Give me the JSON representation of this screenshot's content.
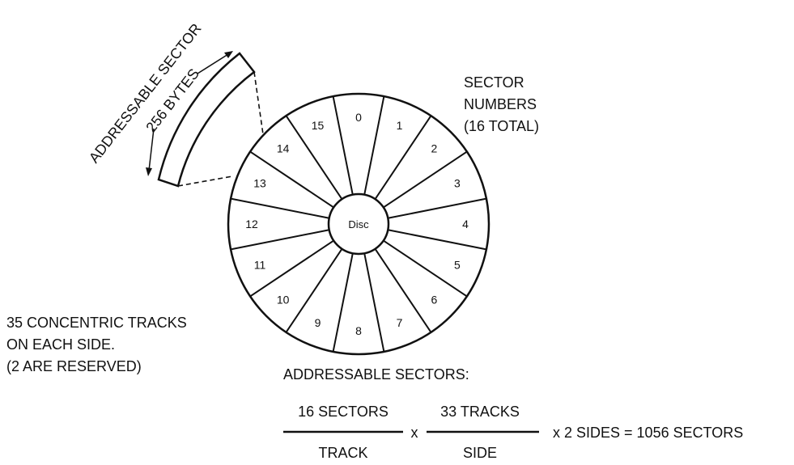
{
  "disc": {
    "center_label": "Disc",
    "sector_numbers": [
      "0",
      "1",
      "2",
      "3",
      "4",
      "5",
      "6",
      "7",
      "8",
      "9",
      "10",
      "11",
      "12",
      "13",
      "14",
      "15"
    ]
  },
  "callout": {
    "line1": "ADDRESSABLE SECTOR",
    "line2": "256 BYTES"
  },
  "sector_label": {
    "line1": "SECTOR",
    "line2": "NUMBERS",
    "line3": "(16 TOTAL)"
  },
  "tracks_note": {
    "line1": "35 CONCENTRIC TRACKS",
    "line2": "ON EACH SIDE.",
    "line3": "(2 ARE RESERVED)"
  },
  "formula": {
    "heading": "ADDRESSABLE SECTORS:",
    "num1": "16 SECTORS",
    "den1": "TRACK",
    "times": "x",
    "num2": "33 TRACKS",
    "den2": "SIDE",
    "result": "x 2 SIDES = 1056 SECTORS"
  }
}
